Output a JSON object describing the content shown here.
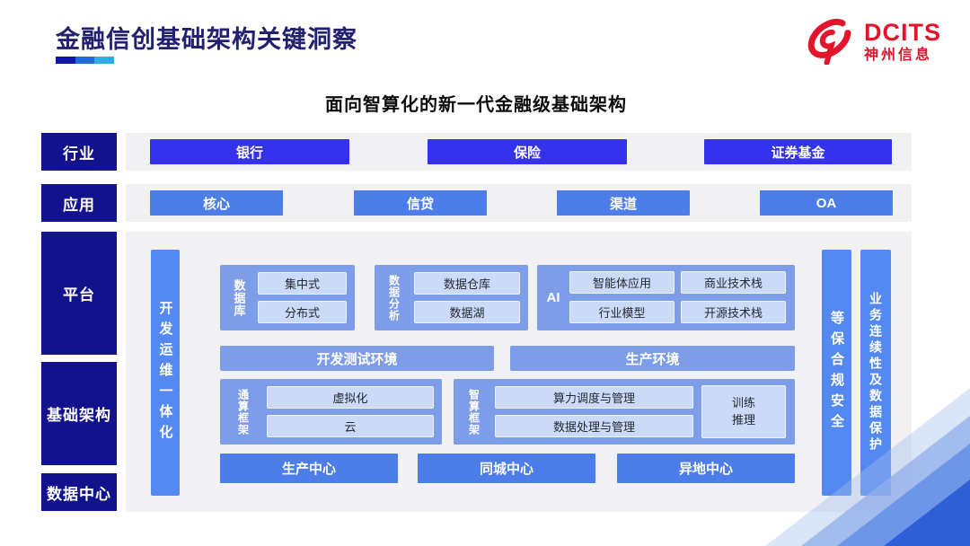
{
  "slide": {
    "title": "金融信创基础架构关键洞察",
    "subtitle": "面向智算化的新一代金融级基础架构",
    "logo": {
      "brand": "DCITS",
      "company": "神州信息"
    }
  },
  "colors": {
    "brand_red": "#E3142C",
    "title_navy": "#232070",
    "label_navy": "#12128C",
    "industry_blue": "#3432EC",
    "app_blue": "#4C7DE8",
    "vbar_blue": "#5389F0",
    "box_blue": "#7E9DE9",
    "pill_blue": "#CBDAF8",
    "panel_gray": "#F1F1F4",
    "underline_bars": [
      "#0C17A5",
      "#1E6BD8",
      "#2EABE4"
    ]
  },
  "industry_row": {
    "label": "行业",
    "items": [
      "银行",
      "保险",
      "证券基金"
    ]
  },
  "application_row": {
    "label": "应用",
    "items": [
      "核心",
      "信贷",
      "渠道",
      "OA"
    ]
  },
  "side_labels": {
    "platform": "平台",
    "infrastructure": "基础架构",
    "datacenter": "数据中心"
  },
  "platform": {
    "devops_bar": "开发运维一体化",
    "database": {
      "label": "数据库",
      "items": [
        "集中式",
        "分布式"
      ]
    },
    "analytics": {
      "label": "数据分析",
      "items": [
        "数据仓库",
        "数据湖"
      ]
    },
    "ai": {
      "label": "AI",
      "items": [
        "智能体应用",
        "商业技术栈",
        "行业模型",
        "开源技术栈"
      ]
    },
    "environments": [
      "开发测试环境",
      "生产环境"
    ],
    "general_compute": {
      "label": "通算框架",
      "items": [
        "虚拟化",
        "云"
      ]
    },
    "smart_compute": {
      "label": "智算框架",
      "items": [
        "算力调度与管理",
        "数据处理与管理"
      ],
      "side_item": "训练推理"
    },
    "centers": [
      "生产中心",
      "同城中心",
      "异地中心"
    ],
    "security_bar": "等保合规安全",
    "continuity_bar": "业务连续性及数据保护"
  }
}
